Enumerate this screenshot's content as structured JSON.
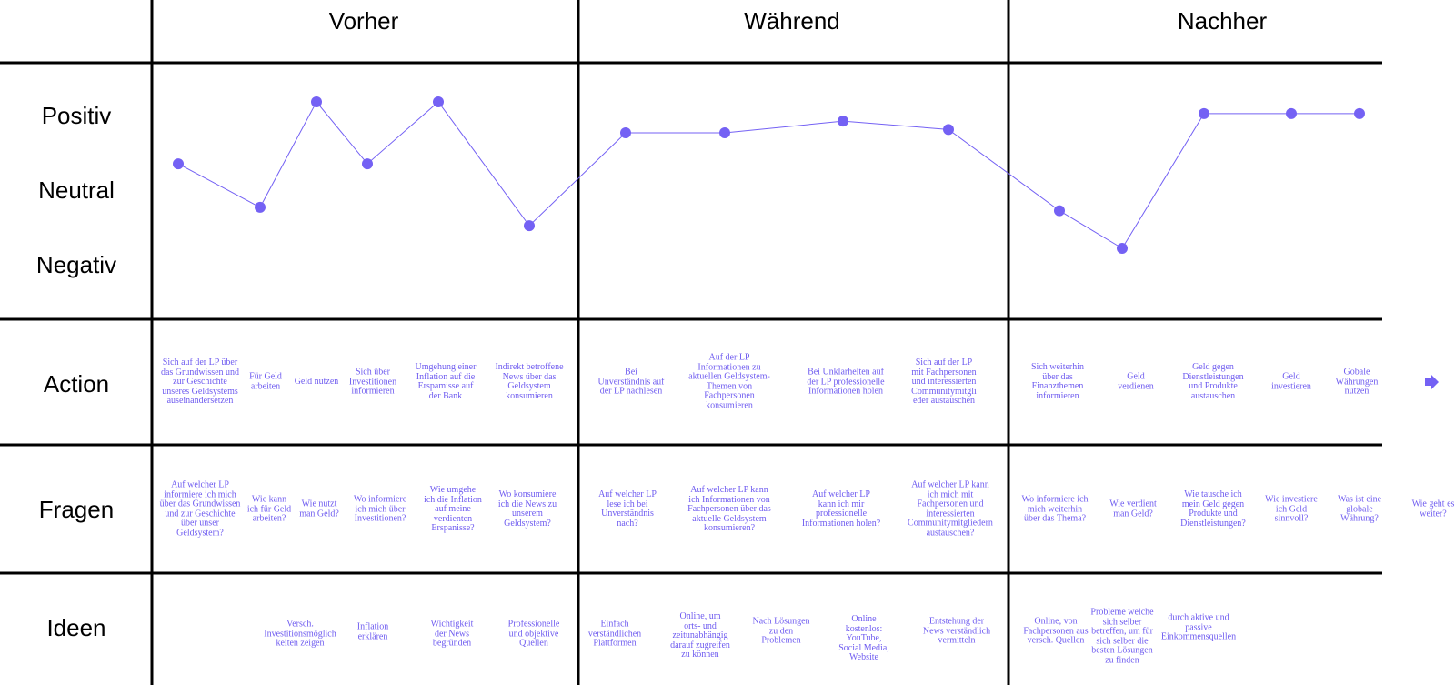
{
  "phases": [
    "Vorher",
    "Während",
    "Nachher"
  ],
  "row_labels": {
    "positiv": "Positiv",
    "neutral": "Neutral",
    "negativ": "Negativ",
    "action": "Action",
    "fragen": "Fragen",
    "ideen": "Ideen"
  },
  "mood_levels": [
    0.26,
    -0.26,
    1.0,
    0.26,
    1.0,
    -0.48,
    0.63,
    0.63,
    0.77,
    0.67,
    -0.3,
    -0.75,
    0.86,
    0.86,
    0.86
  ],
  "actions": [
    "Sich auf der LP über\ndas Grundwissen und\nzur Geschichte\nunseres Geldsystems\nauseinandersetzen",
    "Für Geld\narbeiten",
    "Geld nutzen",
    "Sich über\nInvestitionen\ninformieren",
    "Umgehung einer\nInflation auf die\nErspamisse auf\nder Bank",
    "Indirekt betroffene\nNews über das\nGeldsystem\nkonsumieren",
    "Bei\nUnverständnis auf\nder LP nachlesen",
    "Auf der LP\nInformationen zu\naktuellen Geldsystem-\nThemen von\nFachpersonen\nkonsumieren",
    "Bei Unklarheiten auf\nder LP professionelle\nInformationen holen",
    "Sich auf der LP\nmit Fachpersonen\nund interessierten\nCommunitymitgli\neder austauschen",
    "Sich weiterhin\nüber das\nFinanzthemen\ninformieren",
    "Geld\nverdienen",
    "Geld gegen\nDienstleistungen\nund Produkte\naustauschen",
    "Geld\ninvestieren",
    "Gobale\nWährungen\nnutzen"
  ],
  "questions": [
    "Auf welcher LP\ninformiere ich mich\nüber das Grundwissen\nund zur Geschichte\nüber unser\nGeldsystem?",
    "Wie kann\nich für Geld\narbeiten?",
    "Wie nutzt\nman Geld?",
    "Wo informiere\nich mich über\nInvestitionen?",
    "Wie umgehe\nich die Inflation\nauf meine\nverdienten\nErspanisse?",
    "Wo konsumiere\nich die News zu\nunserem\nGeldsystem?",
    "Auf welcher LP\nlese ich bei\nUnverständnis\nnach?",
    "Auf welcher LP kann\nich Informationen von\nFachpersonen über das\naktuelle Geldsystem\nkonsumieren?",
    "Auf welcher LP\nkann ich mir\nprofessionelle\nInformationen holen?",
    "Auf welcher LP kann\nich mich mit\nFachpersonen und\ninteressierten\nCommunitymitgliedern\naustauschen?",
    "Wo informiere ich\nmich weiterhin\nüber das Thema?",
    "Wie verdient\nman Geld?",
    "Wie tausche ich\nmein Geld gegen\nProdukte und\nDienstleistungen?",
    "Wie investiere\nich Geld\nsinnvoll?",
    "Was ist eine\nglobale\nWährung?",
    "Wie geht es\nweiter?"
  ],
  "ideas": [
    "Versch.\nInvestitionsmöglich\nkeiten zeigen",
    "Inflation\nerklären",
    "Wichtigkeit\nder News\nbegründen",
    "Professionelle\nund objektive\nQuellen",
    "Einfach\nverständlichen\nPlattformen",
    "Online, um\norts- und\nzeitunabhängig\ndarauf zugreifen\nzu können",
    "Nach Lösungen\nzu den\nProblemen",
    "Online\nkostenlos:\nYouTube,\nSocial Media,\nWebsite",
    "Entstehung der\nNews verständlich\nvermitteln",
    "Online, von\nFachpersonen aus\nversch. Quellen",
    "Probleme welche\nsich selber\nbetreffen, um für\nsich selber die\nbesten Lösungen\nzu finden",
    "durch aktive und\npassive\nEinkommensquellen"
  ],
  "colors": {
    "accent": "#7461f4",
    "line": "#000000"
  },
  "arrow_icon": "arrow-right-icon"
}
